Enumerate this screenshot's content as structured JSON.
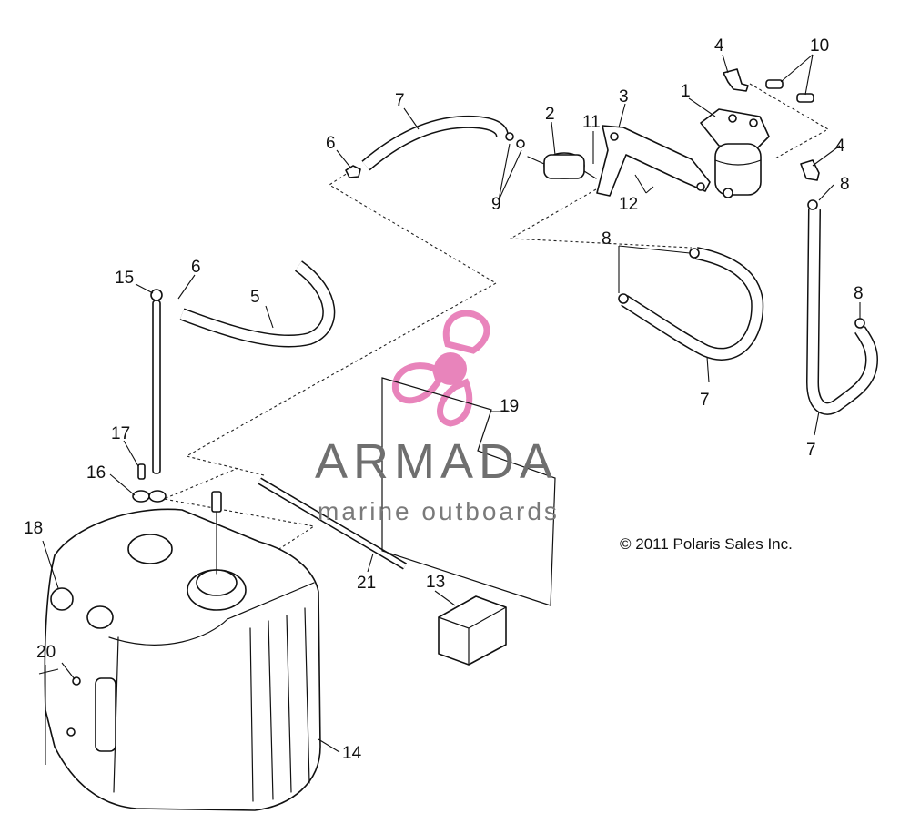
{
  "diagram": {
    "callouts": [
      "1",
      "2",
      "3",
      "4",
      "4",
      "5",
      "6",
      "6",
      "7",
      "7",
      "7",
      "8",
      "8",
      "8",
      "9",
      "10",
      "11",
      "12",
      "13",
      "14",
      "15",
      "16",
      "17",
      "18",
      "19",
      "20",
      "21"
    ],
    "copyright": "© 2011 Polaris Sales Inc."
  },
  "watermark": {
    "name": "ARMADA",
    "tagline": "marine outboards",
    "accent_color": "#e56fb0",
    "text_color": "#6f6f6f"
  }
}
